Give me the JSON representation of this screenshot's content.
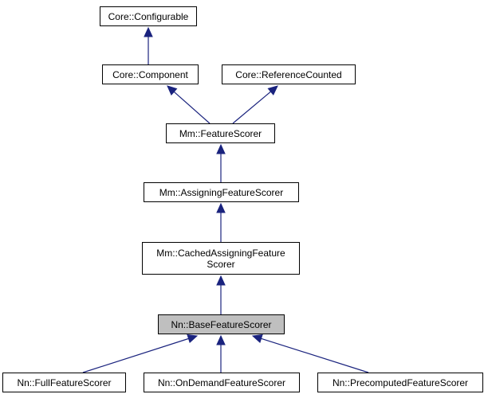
{
  "diagram": {
    "edge_color": "#1a237e",
    "selected_fill": "#bfbfbf",
    "nodes": {
      "configurable": "Core::Configurable",
      "component": "Core::Component",
      "reference_counted": "Core::ReferenceCounted",
      "feature_scorer": "Mm::FeatureScorer",
      "assigning_feature_scorer": "Mm::AssigningFeatureScorer",
      "cached_assigning_line1": "Mm::CachedAssigningFeature",
      "cached_assigning_line2": "Scorer",
      "base_feature_scorer": "Nn::BaseFeatureScorer",
      "full_feature_scorer": "Nn::FullFeatureScorer",
      "on_demand_feature_scorer": "Nn::OnDemandFeatureScorer",
      "precomputed_feature_scorer": "Nn::PrecomputedFeatureScorer"
    }
  }
}
